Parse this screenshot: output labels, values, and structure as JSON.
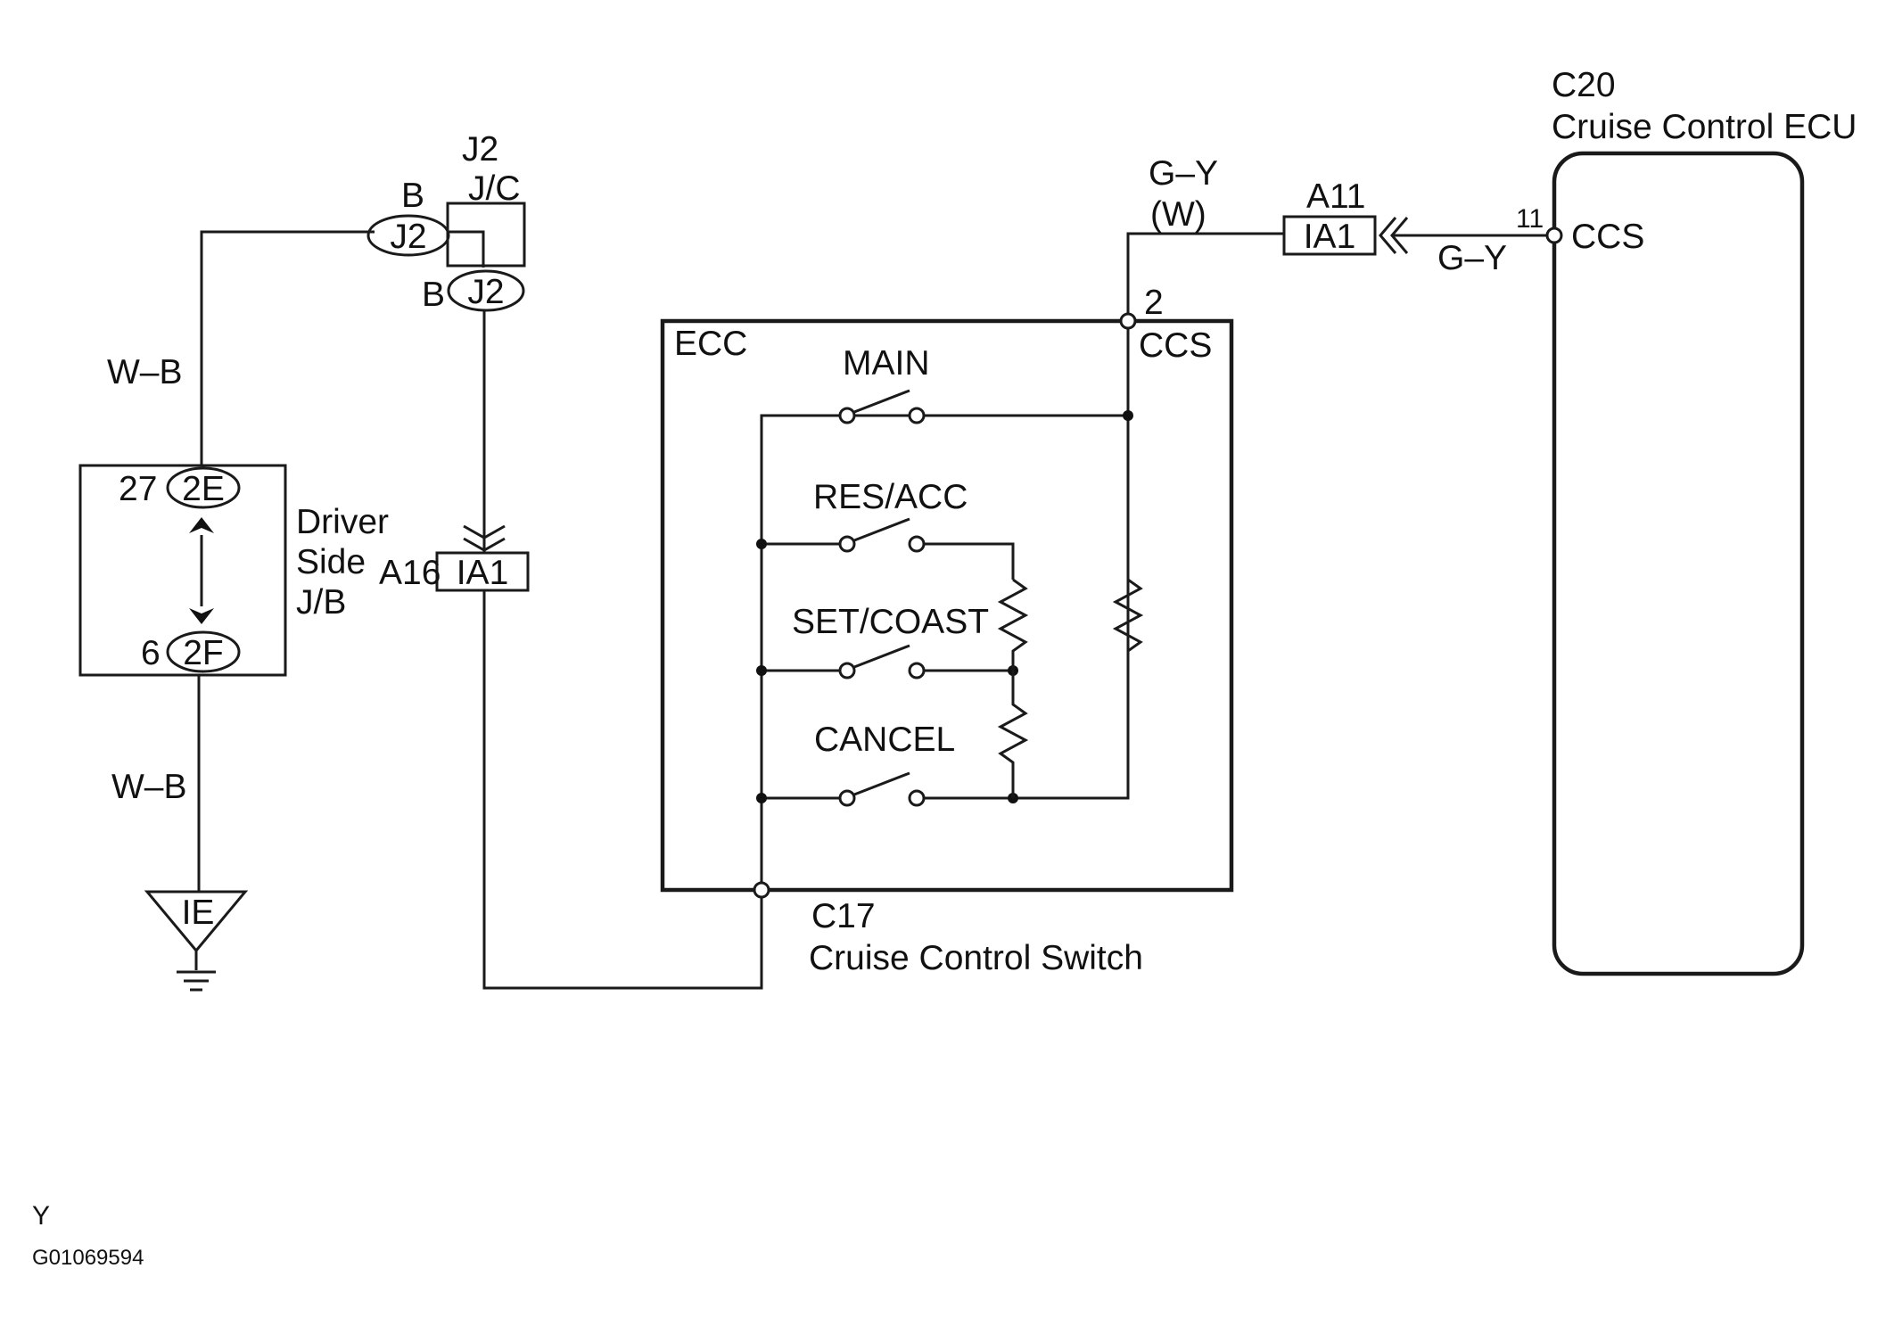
{
  "ground": {
    "code": "IE",
    "wire_upper": "W–B",
    "wire_lower": "W–B"
  },
  "driver_side_jb": {
    "name_line1": "Driver",
    "name_line2": "Side",
    "name_line3": "J/B",
    "upper_pin": "27",
    "upper_connector": "2E",
    "lower_pin": "6",
    "lower_connector": "2F"
  },
  "junction_j2": {
    "name": "J2",
    "type": "J/C",
    "top_wire_color": "B",
    "top_connector": "J2",
    "bottom_wire_color": "B",
    "bottom_connector": "J2"
  },
  "connector_a16": {
    "code": "A16",
    "label": "IA1"
  },
  "connector_a11": {
    "code": "A11",
    "label": "IA1"
  },
  "wires": {
    "to_switch_color": "G–Y",
    "to_switch_alt": "(W)",
    "to_ecu_color": "G–Y"
  },
  "cruise_switch": {
    "code": "C17",
    "name": "Cruise Control Switch",
    "box_label": "ECC",
    "pin_number": "2",
    "pin_name": "CCS",
    "switches": [
      "MAIN",
      "RES/ACC",
      "SET/COAST",
      "CANCEL"
    ]
  },
  "cruise_ecu": {
    "code": "C20",
    "name": "Cruise Control ECU",
    "pin_number": "11",
    "pin_name": "CCS"
  },
  "footer": {
    "mark": "Y",
    "figure_id": "G01069594"
  }
}
